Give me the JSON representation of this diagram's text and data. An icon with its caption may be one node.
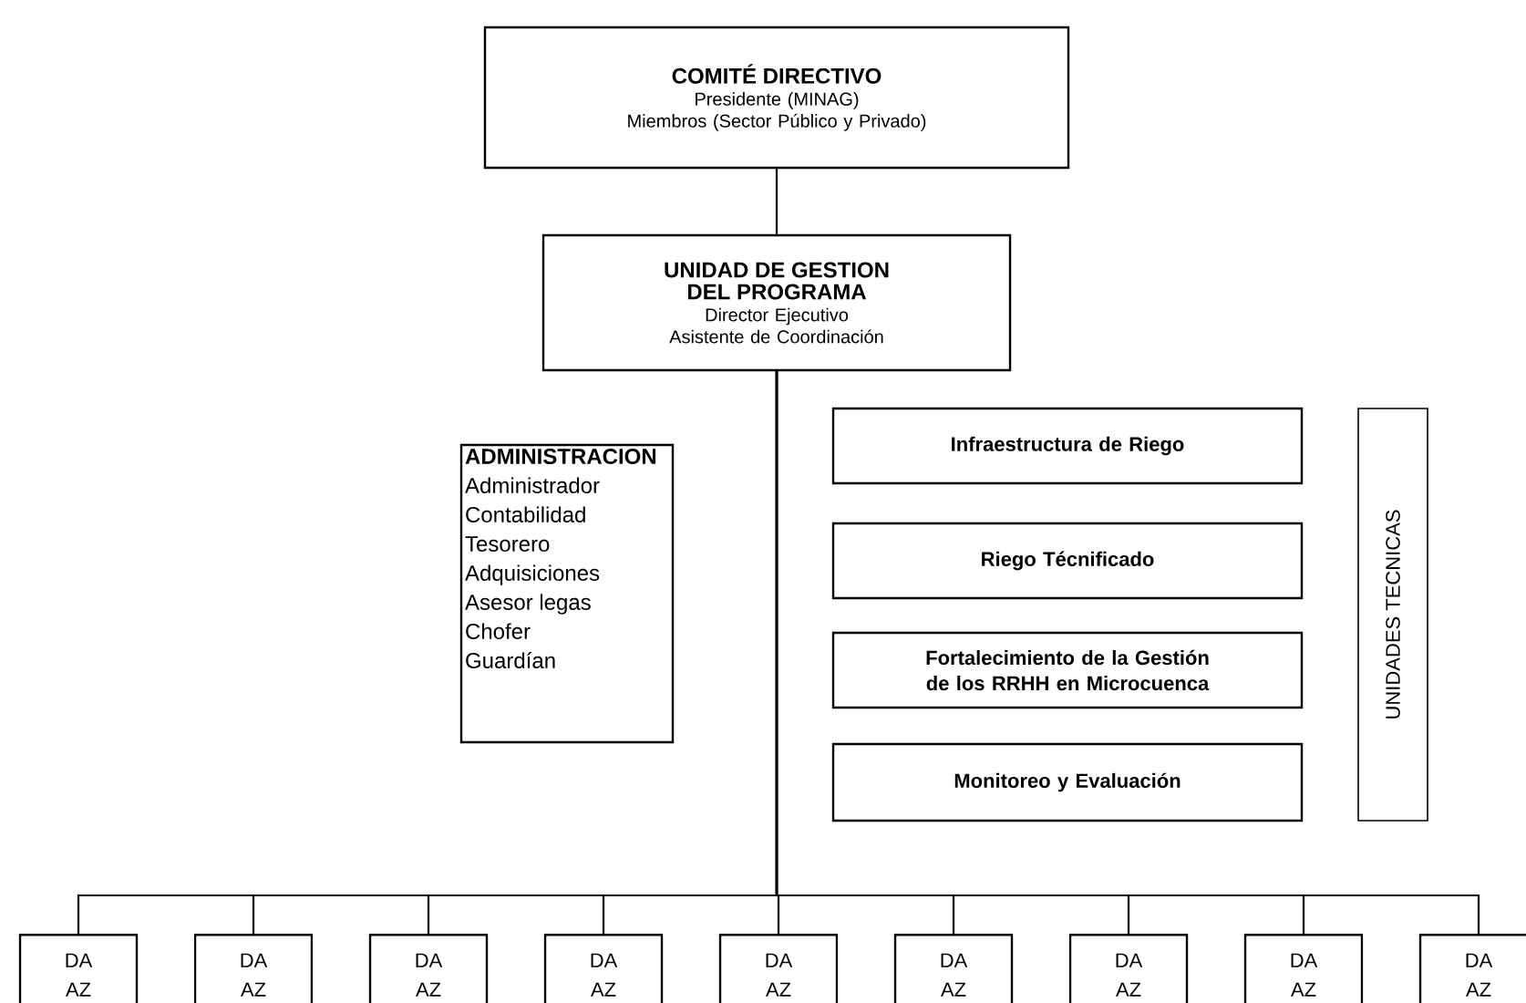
{
  "diagram": {
    "nodes": [
      {
        "text": [
          "COMITÉ DIRECTIVO",
          "Presidente (MINAG)",
          "Miembros (Sector Público y Privado)"
        ]
      },
      {
        "text": [
          "UNIDAD DE GESTION DEL PROGRAMA",
          "Director Ejecutivo",
          "Asistente de Coordinación"
        ]
      },
      {
        "text": [
          "ADMINISTRACION",
          "Administrador",
          "Contabilidad",
          "Tesorero",
          "Adquisiciones",
          "Asesor legas",
          "Chofer",
          "Guardían"
        ]
      },
      {
        "text": [
          "Infraestructura de Riego"
        ]
      },
      {
        "text": [
          "Riego Técnificado"
        ]
      },
      {
        "text": [
          "Fortalecimiento de la Gestión de los RRHH en Microcuenca"
        ]
      },
      {
        "text": [
          "Monitoreo y Evaluación"
        ]
      },
      {
        "text": [
          "UNIDADES TECNICAS"
        ]
      },
      {
        "text": [
          "DA AZ"
        ]
      },
      {
        "text": [
          "DA AZ"
        ]
      },
      {
        "text": [
          "DA AZ"
        ]
      },
      {
        "text": [
          "DA AZ"
        ]
      },
      {
        "text": [
          "DA AZ"
        ]
      },
      {
        "text": [
          "DA AZ"
        ]
      },
      {
        "text": [
          "DA AZ"
        ]
      },
      {
        "text": [
          "DA AZ"
        ]
      },
      {
        "text": [
          "DA AZ"
        ]
      }
    ],
    "edges": [
      {
        "from": 0,
        "to": 1,
        "arrow": "none"
      },
      {
        "from": 1,
        "to": 8,
        "arrow": "none"
      },
      {
        "from": 1,
        "to": 9,
        "arrow": "none"
      },
      {
        "from": 1,
        "to": 10,
        "arrow": "none"
      },
      {
        "from": 1,
        "to": 11,
        "arrow": "none"
      },
      {
        "from": 1,
        "to": 12,
        "arrow": "none"
      },
      {
        "from": 1,
        "to": 13,
        "arrow": "none"
      },
      {
        "from": 1,
        "to": 14,
        "arrow": "none"
      },
      {
        "from": 1,
        "to": 15,
        "arrow": "none"
      },
      {
        "from": 1,
        "to": 16,
        "arrow": "none"
      }
    ]
  }
}
